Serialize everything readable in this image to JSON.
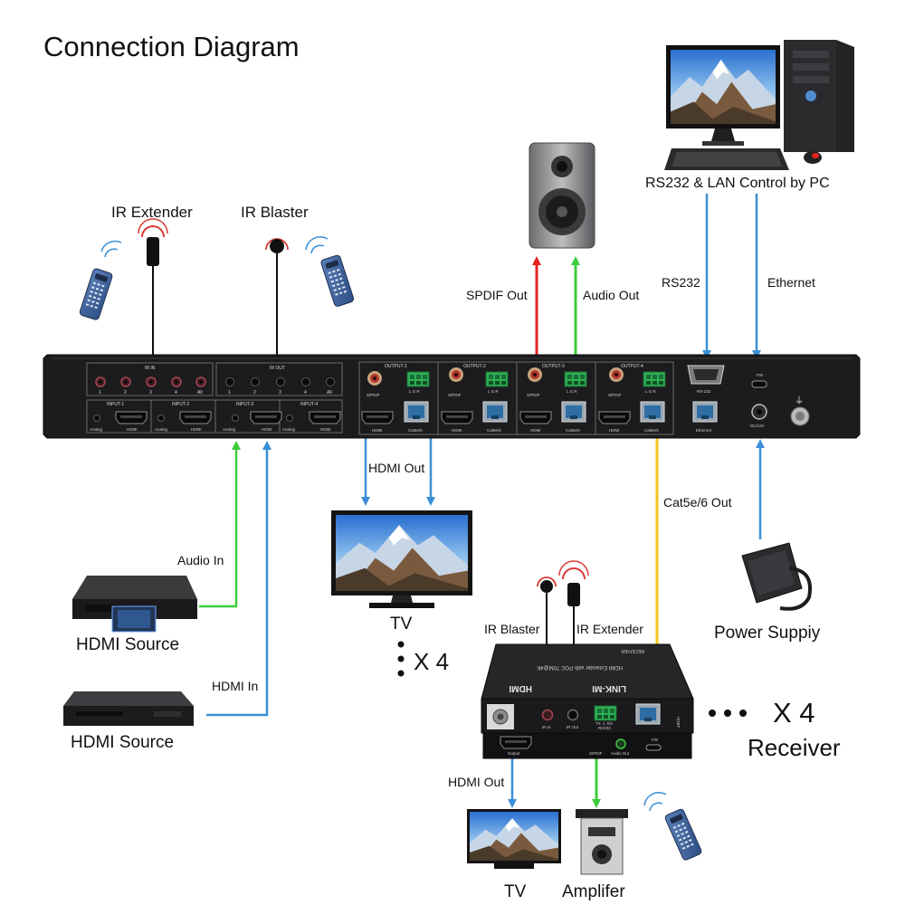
{
  "title": "Connection Diagram",
  "labels": {
    "ir_extender": "IR Extender",
    "ir_blaster": "IR Blaster",
    "rs232_lan": "RS232 & LAN Control by PC",
    "rs232": "RS232",
    "ethernet": "Ethernet",
    "spdif_out": "SPDIF Out",
    "audio_out": "Audio Out",
    "hdmi_out": "HDMI Out",
    "cat_out": "Cat5e/6 Out",
    "audio_in": "Audio In",
    "hdmi_in": "HDMI In",
    "hdmi_source_1": "HDMI Source",
    "hdmi_source_2": "HDMI Source",
    "tv": "TV",
    "times_four": "X 4",
    "power_supply": "Power Suppiy",
    "rx_ir_blaster": "IR Blaster",
    "rx_ir_extender": "IR Extender",
    "receiver_times": "X 4",
    "receiver": "Receiver",
    "rx_hdmi_out": "HDMI Out",
    "rx_tv": "TV",
    "amplifier": "Amplifer"
  },
  "panel": {
    "ir_in": "IR IN",
    "ir_out": "IR OUT",
    "ir_ports": [
      "1",
      "2",
      "3",
      "4",
      "All"
    ],
    "inputs": [
      "INPUT-1",
      "INPUT-2",
      "INPUT-3",
      "INPUT-4"
    ],
    "input_port_analog": "Analog",
    "input_port_hdmi": "HDMI",
    "outputs": [
      "OUTPUT-1",
      "OUTPUT-2",
      "OUTPUT-3",
      "OUTPUT-4"
    ],
    "spdif": "S/PDIF",
    "lgr": "L  G  R",
    "out_hdmi": "HDMI",
    "out_cat": "Cat5e/6",
    "rs232": "RS-232",
    "ethernet": "Ethernet",
    "fw": "FW",
    "dc": "DC/12V"
  },
  "receiver_device": {
    "top_brand": "LINK-MI",
    "top_desc": "HDMI Extender with POC 70M@4K",
    "top_model": "RECEIVER",
    "hdmi_logo": "HDMI",
    "ir_in": "IR In",
    "ir_out": "IR Out",
    "tx_rx": "TX  ⏚  RX",
    "rs232": "RS232",
    "output": "Output",
    "spdif": "S/PDIF",
    "audio_out": "Audio Out",
    "fw": "FW",
    "hdbt": "HDBT"
  },
  "colors": {
    "red": "#e52420",
    "green": "#3ccc3c",
    "blue": "#3a8fd6",
    "yellow": "#f2c51e",
    "device": "#1c1c1e"
  }
}
